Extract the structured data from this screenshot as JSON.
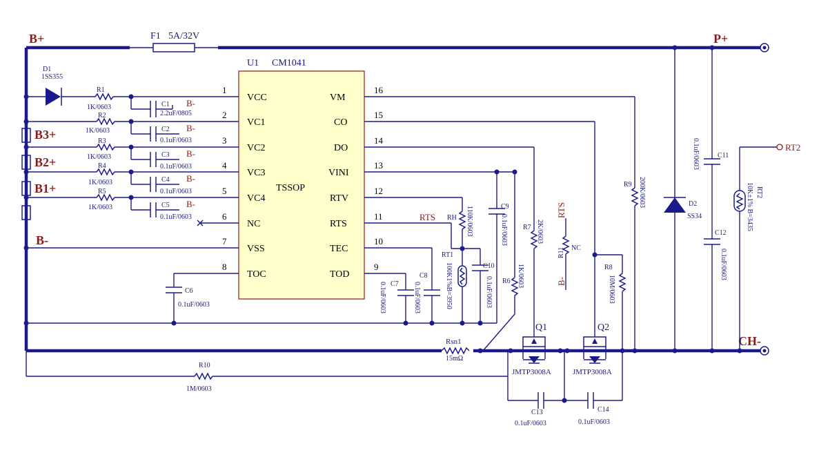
{
  "rails": {
    "b_plus": "B+",
    "p_plus": "P+",
    "ch_minus": "CH-",
    "b_minus": "B-",
    "b3_plus": "B3+",
    "b2_plus": "B2+",
    "b1_plus": "B1+"
  },
  "ic": {
    "ref": "U1",
    "part": "CM1041",
    "package": "TSSOP",
    "left_pins": [
      {
        "num": "1",
        "name": "VCC"
      },
      {
        "num": "2",
        "name": "VC1"
      },
      {
        "num": "3",
        "name": "VC2"
      },
      {
        "num": "4",
        "name": "VC3"
      },
      {
        "num": "5",
        "name": "VC4"
      },
      {
        "num": "6",
        "name": "NC"
      },
      {
        "num": "7",
        "name": "VSS"
      },
      {
        "num": "8",
        "name": "TOC"
      }
    ],
    "right_pins": [
      {
        "num": "16",
        "name": "VM"
      },
      {
        "num": "15",
        "name": "CO"
      },
      {
        "num": "14",
        "name": "DO"
      },
      {
        "num": "13",
        "name": "VINI"
      },
      {
        "num": "12",
        "name": "RTV"
      },
      {
        "num": "11",
        "name": "RTS"
      },
      {
        "num": "10",
        "name": "TEC"
      },
      {
        "num": "9",
        "name": "TOD"
      }
    ]
  },
  "fuse": {
    "ref": "F1",
    "value": "5A/32V"
  },
  "diode_d1": {
    "ref": "D1",
    "value": "1SS355"
  },
  "resistors": {
    "r1": {
      "ref": "R1",
      "value": "1K/0603"
    },
    "r2": {
      "ref": "R2",
      "value": "1K/0603"
    },
    "r3": {
      "ref": "R3",
      "value": "1K/0603"
    },
    "r4": {
      "ref": "R4",
      "value": "1K/0603"
    },
    "r5": {
      "ref": "R5",
      "value": "1K/0603"
    },
    "rh": {
      "ref": "RH",
      "value": "110K/0603"
    },
    "r6": {
      "ref": "R6",
      "value": "1K/0603"
    },
    "r7": {
      "ref": "R7",
      "value": "2K/0603"
    },
    "r8": {
      "ref": "R8",
      "value": "10M/0603"
    },
    "r9": {
      "ref": "R9",
      "value": "200K/0603"
    },
    "r10": {
      "ref": "R10",
      "value": "1M/0603"
    },
    "r11": {
      "ref": "R11",
      "value": "NC"
    },
    "rsn1": {
      "ref": "Rsn1",
      "value": "15mΩ"
    }
  },
  "capacitors": {
    "c1": {
      "ref": "C1",
      "value": "2.2uF/0805"
    },
    "c2": {
      "ref": "C2",
      "value": "0.1uF/0603"
    },
    "c3": {
      "ref": "C3",
      "value": "0.1uF/0603"
    },
    "c4": {
      "ref": "C4",
      "value": "0.1uF/0603"
    },
    "c5": {
      "ref": "C5",
      "value": "0.1uF/0603"
    },
    "c6": {
      "ref": "C6",
      "value": "0.1uF/0603"
    },
    "c7": {
      "ref": "C7",
      "value": "0.1uF/0603"
    },
    "c8": {
      "ref": "C8",
      "value": "0.1uF/0603"
    },
    "c9": {
      "ref": "C9",
      "value": "0.1uF/0603"
    },
    "c10": {
      "ref": "C10",
      "value": "0.1uF/0603"
    },
    "c11": {
      "ref": "C11",
      "value": "0.1uF/0603"
    },
    "c12": {
      "ref": "C12",
      "value": "0.1uF/0603"
    },
    "c13": {
      "ref": "C13",
      "value": "0.1uF/0603"
    },
    "c14": {
      "ref": "C14",
      "value": "0.1uF/0603"
    }
  },
  "thermistors": {
    "rt1": {
      "ref": "RT1",
      "value": "100K1%B=3950"
    },
    "rt2": {
      "ref": "RT2",
      "value": "10K±1% B=3435"
    },
    "rt2_pin": "RT2"
  },
  "mosfets": {
    "q1": {
      "ref": "Q1",
      "value": "JMTP3008A"
    },
    "q2": {
      "ref": "Q2",
      "value": "JMTP3008A"
    }
  },
  "diode_d2": {
    "ref": "D2",
    "value": "SS34"
  },
  "nets": {
    "rts": "RTS",
    "nc_mark": "×"
  }
}
